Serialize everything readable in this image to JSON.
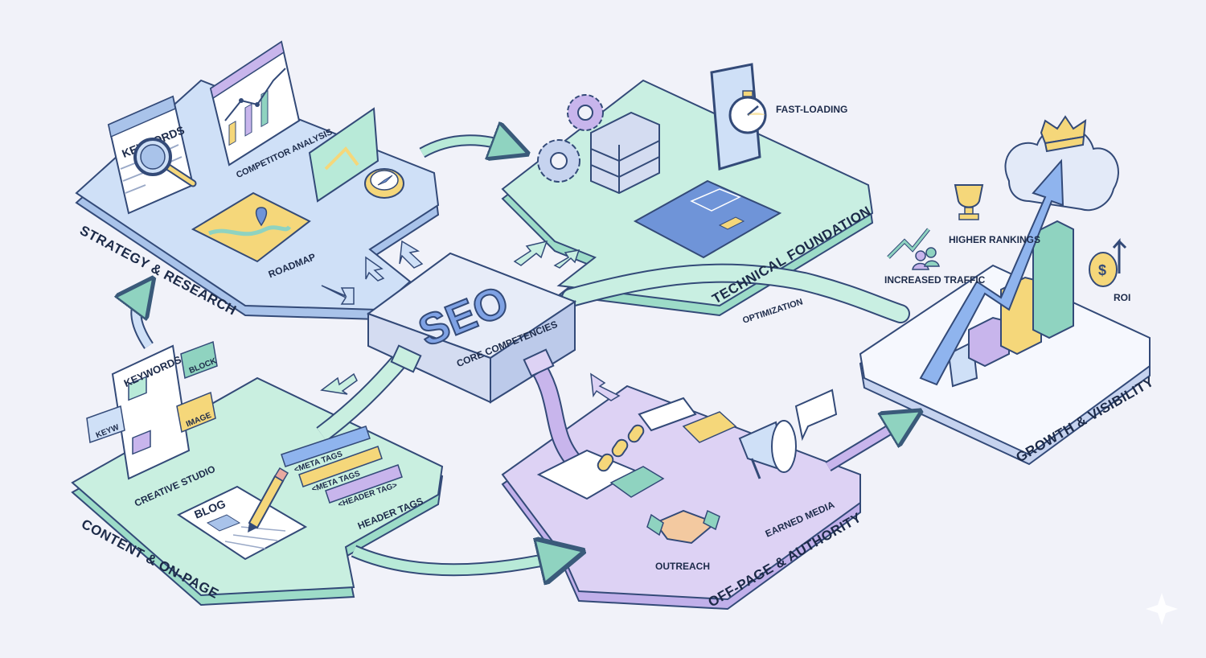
{
  "hub": {
    "title": "SEO",
    "subtitle": "CORE COMPETENCIES"
  },
  "sections": {
    "strategy": {
      "title": "STRATEGY & RESEARCH",
      "items": [
        "KEYWORDS",
        "COMPETITOR ANALYSIS",
        "ROADMAP"
      ]
    },
    "technical": {
      "title": "TECHNICAL FOUNDATION",
      "items": [
        "FAST-LOADING"
      ]
    },
    "content": {
      "title": "CONTENT & ON-PAGE",
      "items": [
        "KEYWORDS",
        "BLOCK",
        "KEYW",
        "IMAGE",
        "CREATIVE STUDIO",
        "<META TAGS",
        "<META TAGS",
        "<HEADER TAG>",
        "HEADER TAGS",
        "BLOG"
      ]
    },
    "offpage": {
      "title": "OFF-PAGE & AUTHORITY",
      "items": [
        "EARNED MEDIA",
        "OUTREACH"
      ]
    },
    "growth": {
      "title": "GROWTH & VISIBILITY",
      "items": [
        "HIGHER RANKINGS",
        "INCREASED TRAFFIC",
        "ROI"
      ]
    }
  },
  "flows": {
    "optimization": "OPTIMIZATION"
  },
  "colors": {
    "background": "#f1f2f9",
    "strategy": "#cfe0f7",
    "technical": "#c9efe2",
    "content": "#c9efe0",
    "offpage": "#ddd2f4",
    "growth": "#f6f8fe",
    "hub": "#e7ecf8",
    "outline": "#334a78",
    "accent_yellow": "#f5d77a",
    "accent_blue": "#6f94d8"
  },
  "icons": [
    "magnifier-icon",
    "line-chart-icon",
    "compass-icon",
    "map-icon",
    "gear-icon",
    "server-icon",
    "stopwatch-icon",
    "phone-icon",
    "blueprint-icon",
    "crown-icon",
    "trophy-icon",
    "cloud-icon",
    "bar-chart-icon",
    "coin-icon",
    "pencil-icon",
    "link-chain-icon",
    "megaphone-icon",
    "handshake-icon",
    "speech-bubble-icon",
    "users-icon"
  ]
}
